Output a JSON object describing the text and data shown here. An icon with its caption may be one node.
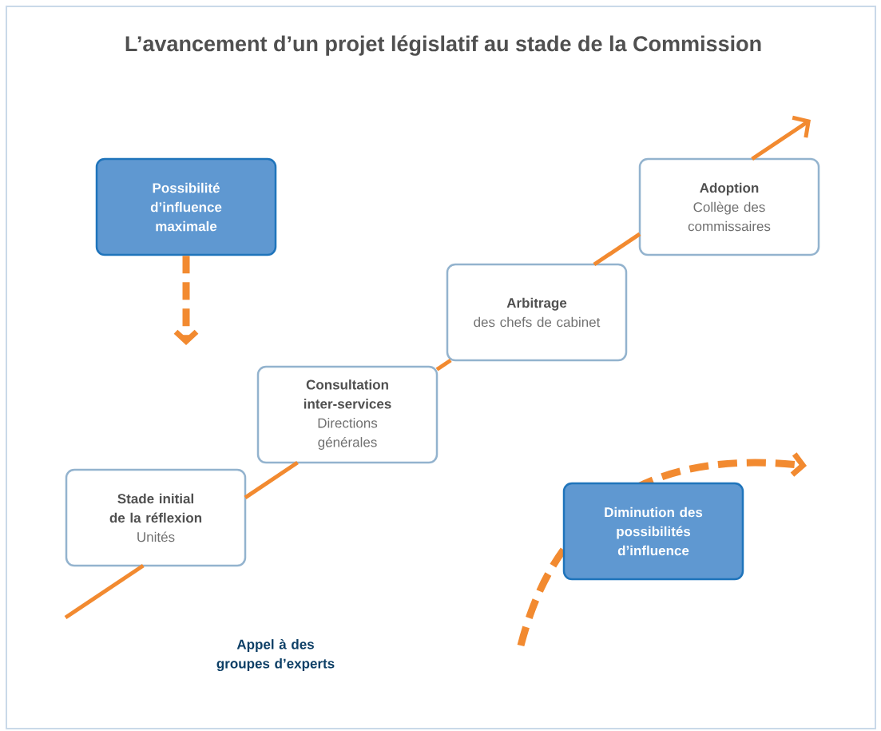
{
  "diagram": {
    "title": "L’avancement d’un projet législatif au stade de la Commission",
    "nodes": [
      {
        "text": [
          "Possibilité d’influence maximale"
        ]
      },
      {
        "text": [
          "Adoption",
          "Collège des commissaires"
        ]
      },
      {
        "text": [
          "Arbitrage",
          "des chefs de cabinet"
        ]
      },
      {
        "text": [
          "Consultation inter-services",
          "Directions générales"
        ]
      },
      {
        "text": [
          "Stade initial de la réflexion",
          "Unités"
        ]
      },
      {
        "text": [
          "Diminution des possibilités d’influence"
        ]
      }
    ],
    "edges": [
      {
        "from": null,
        "to": 4,
        "arrow": "none"
      },
      {
        "from": 4,
        "to": 3,
        "arrow": "none"
      },
      {
        "from": 3,
        "to": 2,
        "arrow": "none"
      },
      {
        "from": 2,
        "to": 1,
        "arrow": "none"
      },
      {
        "from": 1,
        "to": null,
        "arrow": "to"
      },
      {
        "from": 0,
        "to": null,
        "arrow": "to",
        "style": "dashed"
      }
    ],
    "labels": [
      "Appel à des groupes d’experts"
    ]
  }
}
